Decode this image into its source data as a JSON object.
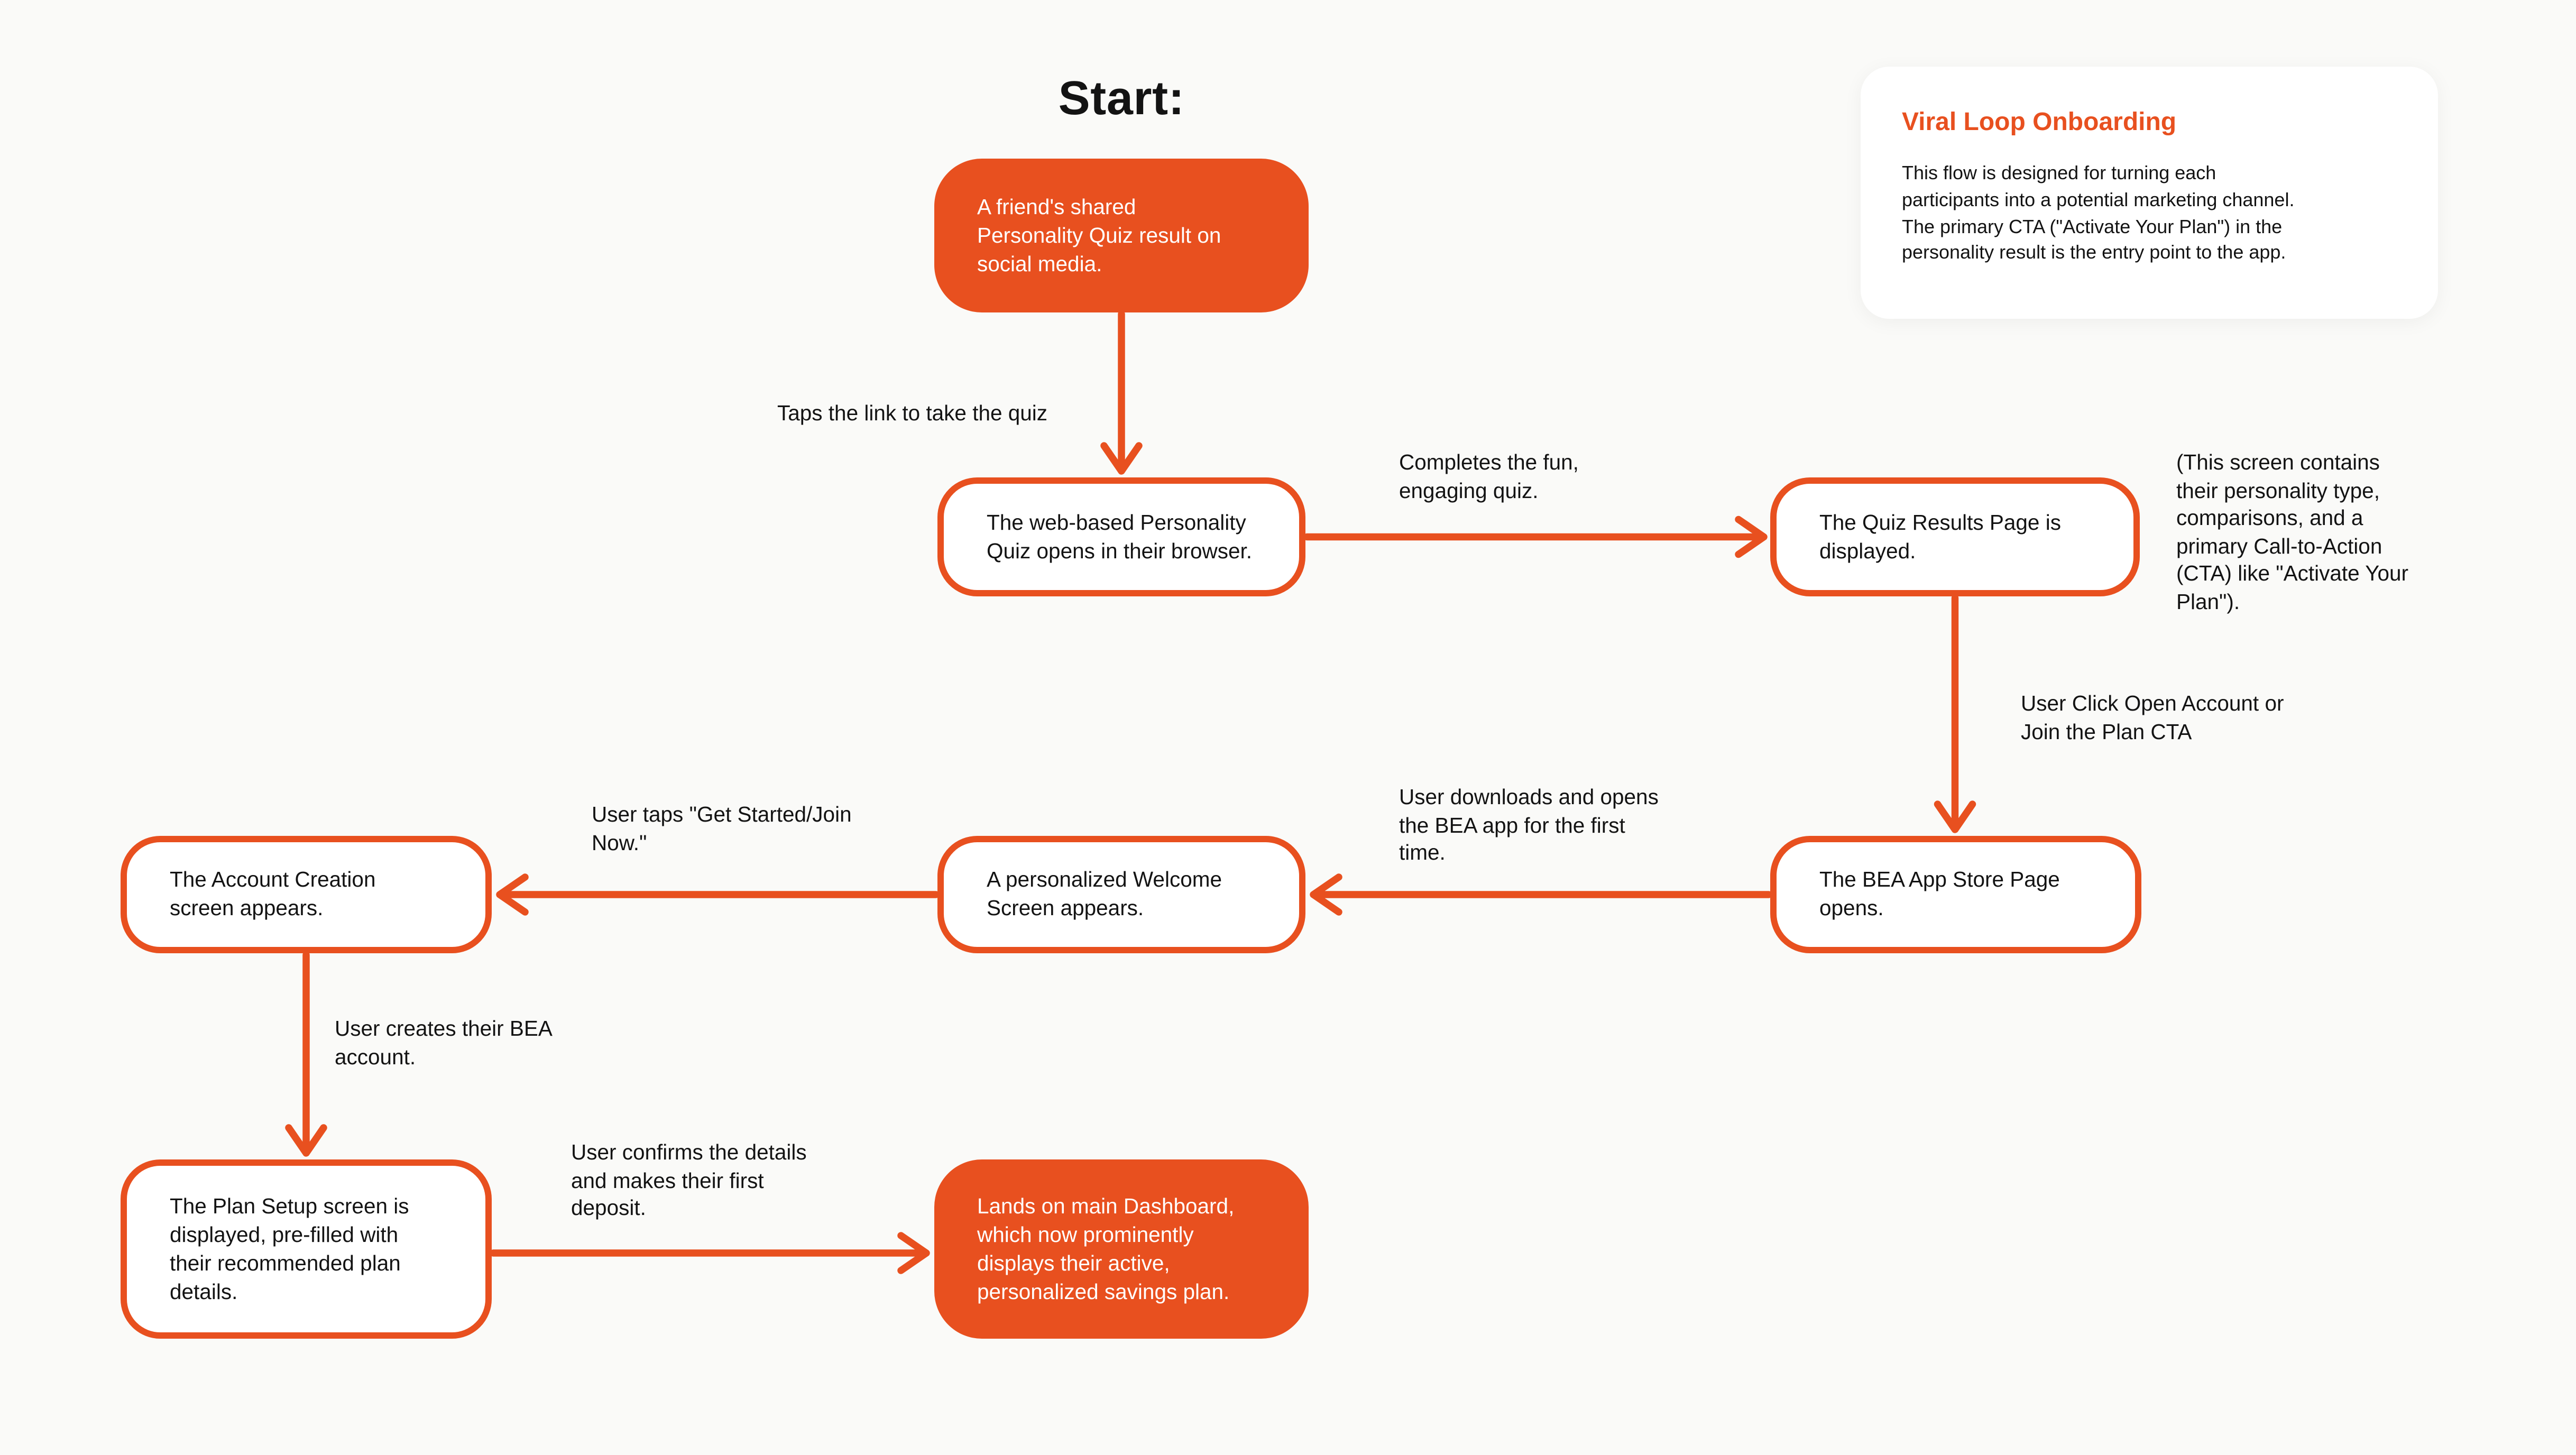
{
  "colors": {
    "bg": "#FAFAF8",
    "accent": "#E8501F",
    "text": "#131313",
    "node-filled-text": "#FFFFFF",
    "card-bg": "#FFFFFF"
  },
  "start_label": "Start:",
  "legend": {
    "title": "Viral Loop Onboarding",
    "body": "This flow is designed for turning each\nparticipants into a potential marketing channel.\nThe primary CTA (\"Activate Your Plan\") in the\npersonality result is the entry point to the app."
  },
  "nodes": {
    "shared_quiz": "A friend's shared\nPersonality Quiz result on\nsocial media.",
    "web_quiz": "The web-based Personality\nQuiz opens in their browser.",
    "quiz_results": "The Quiz Results Page is\ndisplayed.",
    "app_store": "The BEA App Store Page\nopens.",
    "welcome_screen": "A personalized Welcome\nScreen appears.",
    "account_creation": "The Account Creation\nscreen appears.",
    "plan_setup": "The Plan Setup screen is\ndisplayed, pre-filled with\ntheir recommended plan\ndetails.",
    "dashboard": "Lands on main Dashboard,\nwhich now prominently\ndisplays their active,\npersonalized savings plan."
  },
  "edge_labels": {
    "taps_link": "Taps the link to take the quiz",
    "completes_quiz": "Completes the fun,\nengaging quiz.",
    "results_note": "(This screen contains\ntheir personality type,\ncomparisons, and a\nprimary Call-to-Action\n(CTA) like \"Activate Your\nPlan\").",
    "click_open_account": "User Click Open Account or\nJoin the Plan CTA",
    "downloads_app": "User downloads and opens\nthe BEA app for the first\ntime.",
    "taps_get_started": "User taps \"Get Started/Join\nNow.\"",
    "creates_account": "User creates their BEA\naccount.",
    "confirms_deposit": "User confirms the details\nand makes their first\ndeposit."
  }
}
